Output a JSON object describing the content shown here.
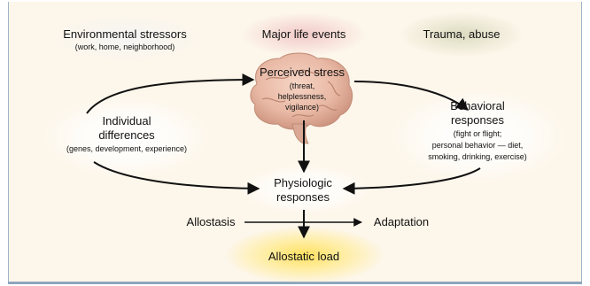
{
  "environmental": {
    "title": "Environmental stressors",
    "detail": "(work, home, neighborhood)"
  },
  "major_life_events": {
    "title": "Major life events"
  },
  "trauma": {
    "title": "Trauma, abuse"
  },
  "perceived_stress": {
    "title": "Perceived stress",
    "detail_lines": [
      "(threat,",
      "helplessness,",
      "vigilance)"
    ]
  },
  "individual_differences": {
    "title_lines": [
      "Individual",
      "differences"
    ],
    "detail": "(genes, development, experience)"
  },
  "behavioral_responses": {
    "title_lines": [
      "Behavioral",
      "responses"
    ],
    "detail_lines": [
      "(fight or flight;",
      "personal behavior — diet,",
      "smoking, drinking, exercise)"
    ]
  },
  "physiologic_responses": {
    "title_lines": [
      "Physiologic",
      "responses"
    ]
  },
  "allostasis": {
    "title": "Allostasis"
  },
  "adaptation": {
    "title": "Adaptation"
  },
  "allostatic_load": {
    "title": "Allostatic load"
  },
  "colors": {
    "panel_bg": "#fdf6ea",
    "frame_border": "#9fb3c8",
    "arrow": "#111111",
    "major_events_glow": "#f0c4c4",
    "trauma_glow": "#dadabe",
    "allostatic_load_glow": "#ffe060",
    "brain": "#e8b8a4"
  }
}
